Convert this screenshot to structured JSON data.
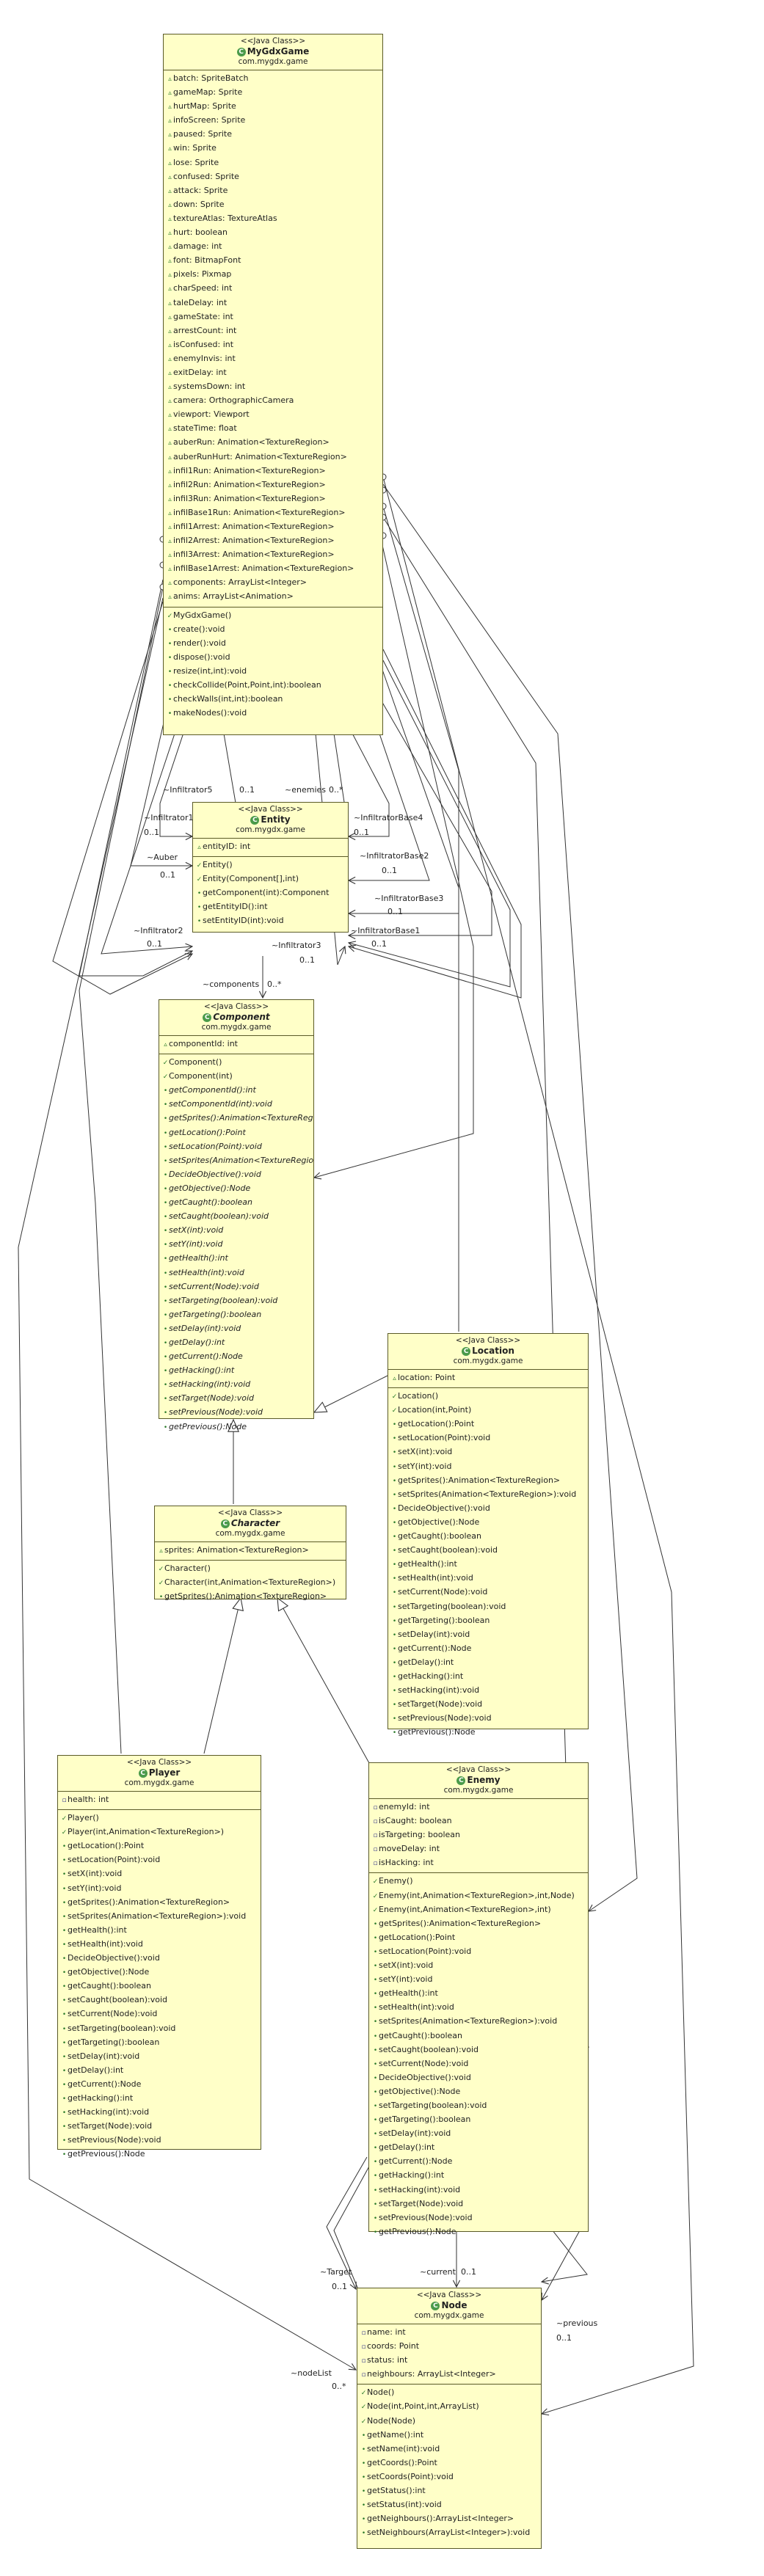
{
  "classes": {
    "mygdxgame": {
      "stereotype": "<<Java Class>>",
      "name": "MyGdxGame",
      "package": "com.mygdx.game",
      "fields": [
        "batch: SpriteBatch",
        "gameMap: Sprite",
        "hurtMap: Sprite",
        "infoScreen: Sprite",
        "paused: Sprite",
        "win: Sprite",
        "lose: Sprite",
        "confused: Sprite",
        "attack: Sprite",
        "down: Sprite",
        "textureAtlas: TextureAtlas",
        "hurt: boolean",
        "damage: int",
        "font: BitmapFont",
        "pixels: Pixmap",
        "charSpeed: int",
        "taleDelay: int",
        "gameState: int",
        "arrestCount: int",
        "isConfused: int",
        "enemyInvis: int",
        "exitDelay: int",
        "systemsDown: int",
        "camera: OrthographicCamera",
        "viewport: Viewport",
        "stateTime: float",
        "auberRun: Animation<TextureRegion>",
        "auberRunHurt: Animation<TextureRegion>",
        "infil1Run: Animation<TextureRegion>",
        "infil2Run: Animation<TextureRegion>",
        "infil3Run: Animation<TextureRegion>",
        "infilBase1Run: Animation<TextureRegion>",
        "infil1Arrest: Animation<TextureRegion>",
        "infil2Arrest: Animation<TextureRegion>",
        "infil3Arrest: Animation<TextureRegion>",
        "infilBase1Arrest: Animation<TextureRegion>",
        "components: ArrayList<Integer>",
        "anims: ArrayList<Animation>"
      ],
      "methods": [
        "MyGdxGame()",
        "create():void",
        "render():void",
        "dispose():void",
        "resize(int,int):void",
        "checkCollide(Point,Point,int):boolean",
        "checkWalls(int,int):boolean",
        "makeNodes():void"
      ]
    },
    "entity": {
      "stereotype": "<<Java Class>>",
      "name": "Entity",
      "package": "com.mygdx.game",
      "fields": [
        "entityID: int"
      ],
      "methods": [
        "Entity()",
        "Entity(Component[],int)",
        "getComponent(int):Component",
        "getEntityID():int",
        "setEntityID(int):void"
      ]
    },
    "component": {
      "stereotype": "<<Java Class>>",
      "name": "Component",
      "package": "com.mygdx.game",
      "fields": [
        "componentId: int"
      ],
      "methods": [
        "Component()",
        "Component(int)",
        "getComponentId():int",
        "setComponentId(int):void",
        "getSprites():Animation<TextureRegion>",
        "getLocation():Point",
        "setLocation(Point):void",
        "setSprites(Animation<TextureRegion>):void",
        "DecideObjective():void",
        "getObjective():Node",
        "getCaught():boolean",
        "setCaught(boolean):void",
        "setX(int):void",
        "setY(int):void",
        "getHealth():int",
        "setHealth(int):void",
        "setCurrent(Node):void",
        "setTargeting(boolean):void",
        "getTargeting():boolean",
        "setDelay(int):void",
        "getDelay():int",
        "getCurrent():Node",
        "getHacking():int",
        "setHacking(int):void",
        "setTarget(Node):void",
        "setPrevious(Node):void",
        "getPrevious():Node"
      ]
    },
    "location": {
      "stereotype": "<<Java Class>>",
      "name": "Location",
      "package": "com.mygdx.game",
      "fields": [
        "location: Point"
      ],
      "methods": [
        "Location()",
        "Location(int,Point)",
        "getLocation():Point",
        "setLocation(Point):void",
        "setX(int):void",
        "setY(int):void",
        "getSprites():Animation<TextureRegion>",
        "setSprites(Animation<TextureRegion>):void",
        "DecideObjective():void",
        "getObjective():Node",
        "getCaught():boolean",
        "setCaught(boolean):void",
        "getHealth():int",
        "setHealth(int):void",
        "setCurrent(Node):void",
        "setTargeting(boolean):void",
        "getTargeting():boolean",
        "setDelay(int):void",
        "getCurrent():Node",
        "getDelay():int",
        "getHacking():int",
        "setHacking(int):void",
        "setTarget(Node):void",
        "setPrevious(Node):void",
        "getPrevious():Node"
      ]
    },
    "character": {
      "stereotype": "<<Java Class>>",
      "name": "Character",
      "package": "com.mygdx.game",
      "fields": [
        "sprites: Animation<TextureRegion>"
      ],
      "methods": [
        "Character()",
        "Character(int,Animation<TextureRegion>)",
        "getSprites():Animation<TextureRegion>"
      ]
    },
    "player": {
      "stereotype": "<<Java Class>>",
      "name": "Player",
      "package": "com.mygdx.game",
      "fields": [
        "health: int"
      ],
      "methods": [
        "Player()",
        "Player(int,Animation<TextureRegion>)",
        "getLocation():Point",
        "setLocation(Point):void",
        "setX(int):void",
        "setY(int):void",
        "getSprites():Animation<TextureRegion>",
        "setSprites(Animation<TextureRegion>):void",
        "getHealth():int",
        "setHealth(int):void",
        "DecideObjective():void",
        "getObjective():Node",
        "getCaught():boolean",
        "setCaught(boolean):void",
        "setCurrent(Node):void",
        "setTargeting(boolean):void",
        "getTargeting():boolean",
        "setDelay(int):void",
        "getDelay():int",
        "getCurrent():Node",
        "getHacking():int",
        "setHacking(int):void",
        "setTarget(Node):void",
        "setPrevious(Node):void",
        "getPrevious():Node"
      ]
    },
    "enemy": {
      "stereotype": "<<Java Class>>",
      "name": "Enemy",
      "package": "com.mygdx.game",
      "fields": [
        "enemyId: int",
        "isCaught: boolean",
        "isTargeting: boolean",
        "moveDelay: int",
        "isHacking: int"
      ],
      "methods": [
        "Enemy()",
        "Enemy(int,Animation<TextureRegion>,int,Node)",
        "Enemy(int,Animation<TextureRegion>,int)",
        "getSprites():Animation<TextureRegion>",
        "getLocation():Point",
        "setLocation(Point):void",
        "setX(int):void",
        "setY(int):void",
        "getHealth():int",
        "setHealth(int):void",
        "setSprites(Animation<TextureRegion>):void",
        "getCaught():boolean",
        "setCaught(boolean):void",
        "setCurrent(Node):void",
        "DecideObjective():void",
        "getObjective():Node",
        "setTargeting(boolean):void",
        "getTargeting():boolean",
        "setDelay(int):void",
        "getDelay():int",
        "getCurrent():Node",
        "getHacking():int",
        "setHacking(int):void",
        "setTarget(Node):void",
        "setPrevious(Node):void",
        "getPrevious():Node"
      ]
    },
    "node": {
      "stereotype": "<<Java Class>>",
      "name": "Node",
      "package": "com.mygdx.game",
      "fields": [
        "name: int",
        "coords: Point",
        "status: int",
        "neighbours: ArrayList<Integer>"
      ],
      "methods": [
        "Node()",
        "Node(int,Point,int,ArrayList)",
        "Node(Node)",
        "getName():int",
        "setName(int):void",
        "getCoords():Point",
        "setCoords(Point):void",
        "getStatus():int",
        "setStatus(int):void",
        "getNeighbours():ArrayList<Integer>",
        "setNeighbours(ArrayList<Integer>):void"
      ]
    }
  },
  "edge_labels": {
    "infiltrator5": "~Infiltrator5",
    "infiltrator5_mult": "0..1",
    "enemies": "~enemies",
    "enemies_mult": "0..*",
    "infiltrator1": "~Infiltrator1",
    "infiltrator1_mult": "0..1",
    "infiltratorbase4": "~InfiltratorBase4",
    "infiltratorbase4_mult": "0..1",
    "auber": "~Auber",
    "auber_mult": "0..1",
    "infiltratorbase2": "~InfiltratorBase2",
    "infiltratorbase2_mult": "0..1",
    "infiltratorbase3": "~InfiltratorBase3",
    "infiltratorbase3_mult": "0..1",
    "infiltrator2": "~Infiltrator2",
    "infiltrator2_mult": "0..1",
    "infiltrator3": "~Infiltrator3",
    "infiltrator3_mult": "0..1",
    "infiltratorbase1": "~InfiltratorBase1",
    "infiltratorbase1_mult": "0..1",
    "components": "~components",
    "components_mult": "0..*",
    "target": "~Target",
    "target_mult": "0..1",
    "current": "~current",
    "current_mult": "0..1",
    "previous": "~previous",
    "previous_mult": "0..1",
    "nodelist": "~nodeList",
    "nodelist_mult": "0..*"
  },
  "colors": {
    "box_fill": "#ffffc8",
    "box_border": "#5a5a28",
    "line": "#333333",
    "class_icon": "#4a9a4a"
  }
}
